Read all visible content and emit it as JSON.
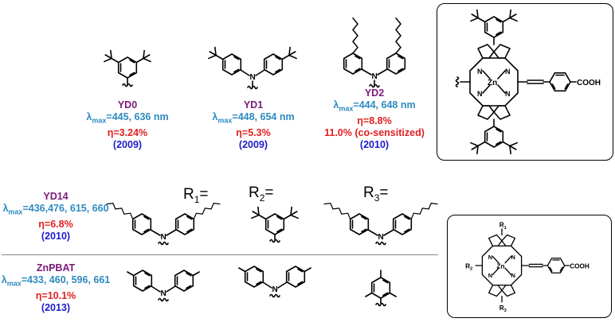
{
  "colors": {
    "name": "#7b1a7b",
    "lambda": "#2e8bc0",
    "eta": "#e02020",
    "year": "#1c1cc8"
  },
  "symbols": {
    "lambda": "λ",
    "eta": "η"
  },
  "dyes": [
    {
      "name": "YD0",
      "lambda_sub": "max",
      "lambda_val": "=445, 636 nm",
      "eta": "η=3.24%",
      "year": "(2009)"
    },
    {
      "name": "YD1",
      "lambda_sub": "max",
      "lambda_val": "=448, 654 nm",
      "eta": "η=5.3%",
      "year": "(2009)"
    },
    {
      "name": "YD2",
      "lambda_sub": "max",
      "lambda_val": "=444, 648 nm",
      "eta": "η=8.8%",
      "eta2": "11.0% (co-sensitized)",
      "year": "(2010)"
    },
    {
      "name": "YD14",
      "lambda_sub": "max",
      "lambda_val": "=436,476, 615, 660",
      "eta": "η=6.8%",
      "year": "(2010)"
    },
    {
      "name": "ZnPBAT",
      "lambda_sub": "max",
      "lambda_val": "=433, 460, 596, 661",
      "eta": "η=10.1%",
      "year": "(2013)"
    }
  ],
  "r_labels": [
    {
      "main": "R",
      "sub": "1",
      "tail": "="
    },
    {
      "main": "R",
      "sub": "2",
      "tail": "="
    },
    {
      "main": "R",
      "sub": "3",
      "tail": "="
    }
  ],
  "porphyrin_top": {
    "metal": "Zn",
    "nitrogen": "N",
    "acid": "COOH"
  },
  "porphyrin_bottom": {
    "metal": "Zn",
    "nitrogen": "N",
    "acid": "COOH",
    "r1": "R",
    "r1_sub": "1",
    "r2": "R",
    "r2_sub": "2",
    "r3": "R",
    "r3_sub": "3"
  },
  "amine_n": "N"
}
